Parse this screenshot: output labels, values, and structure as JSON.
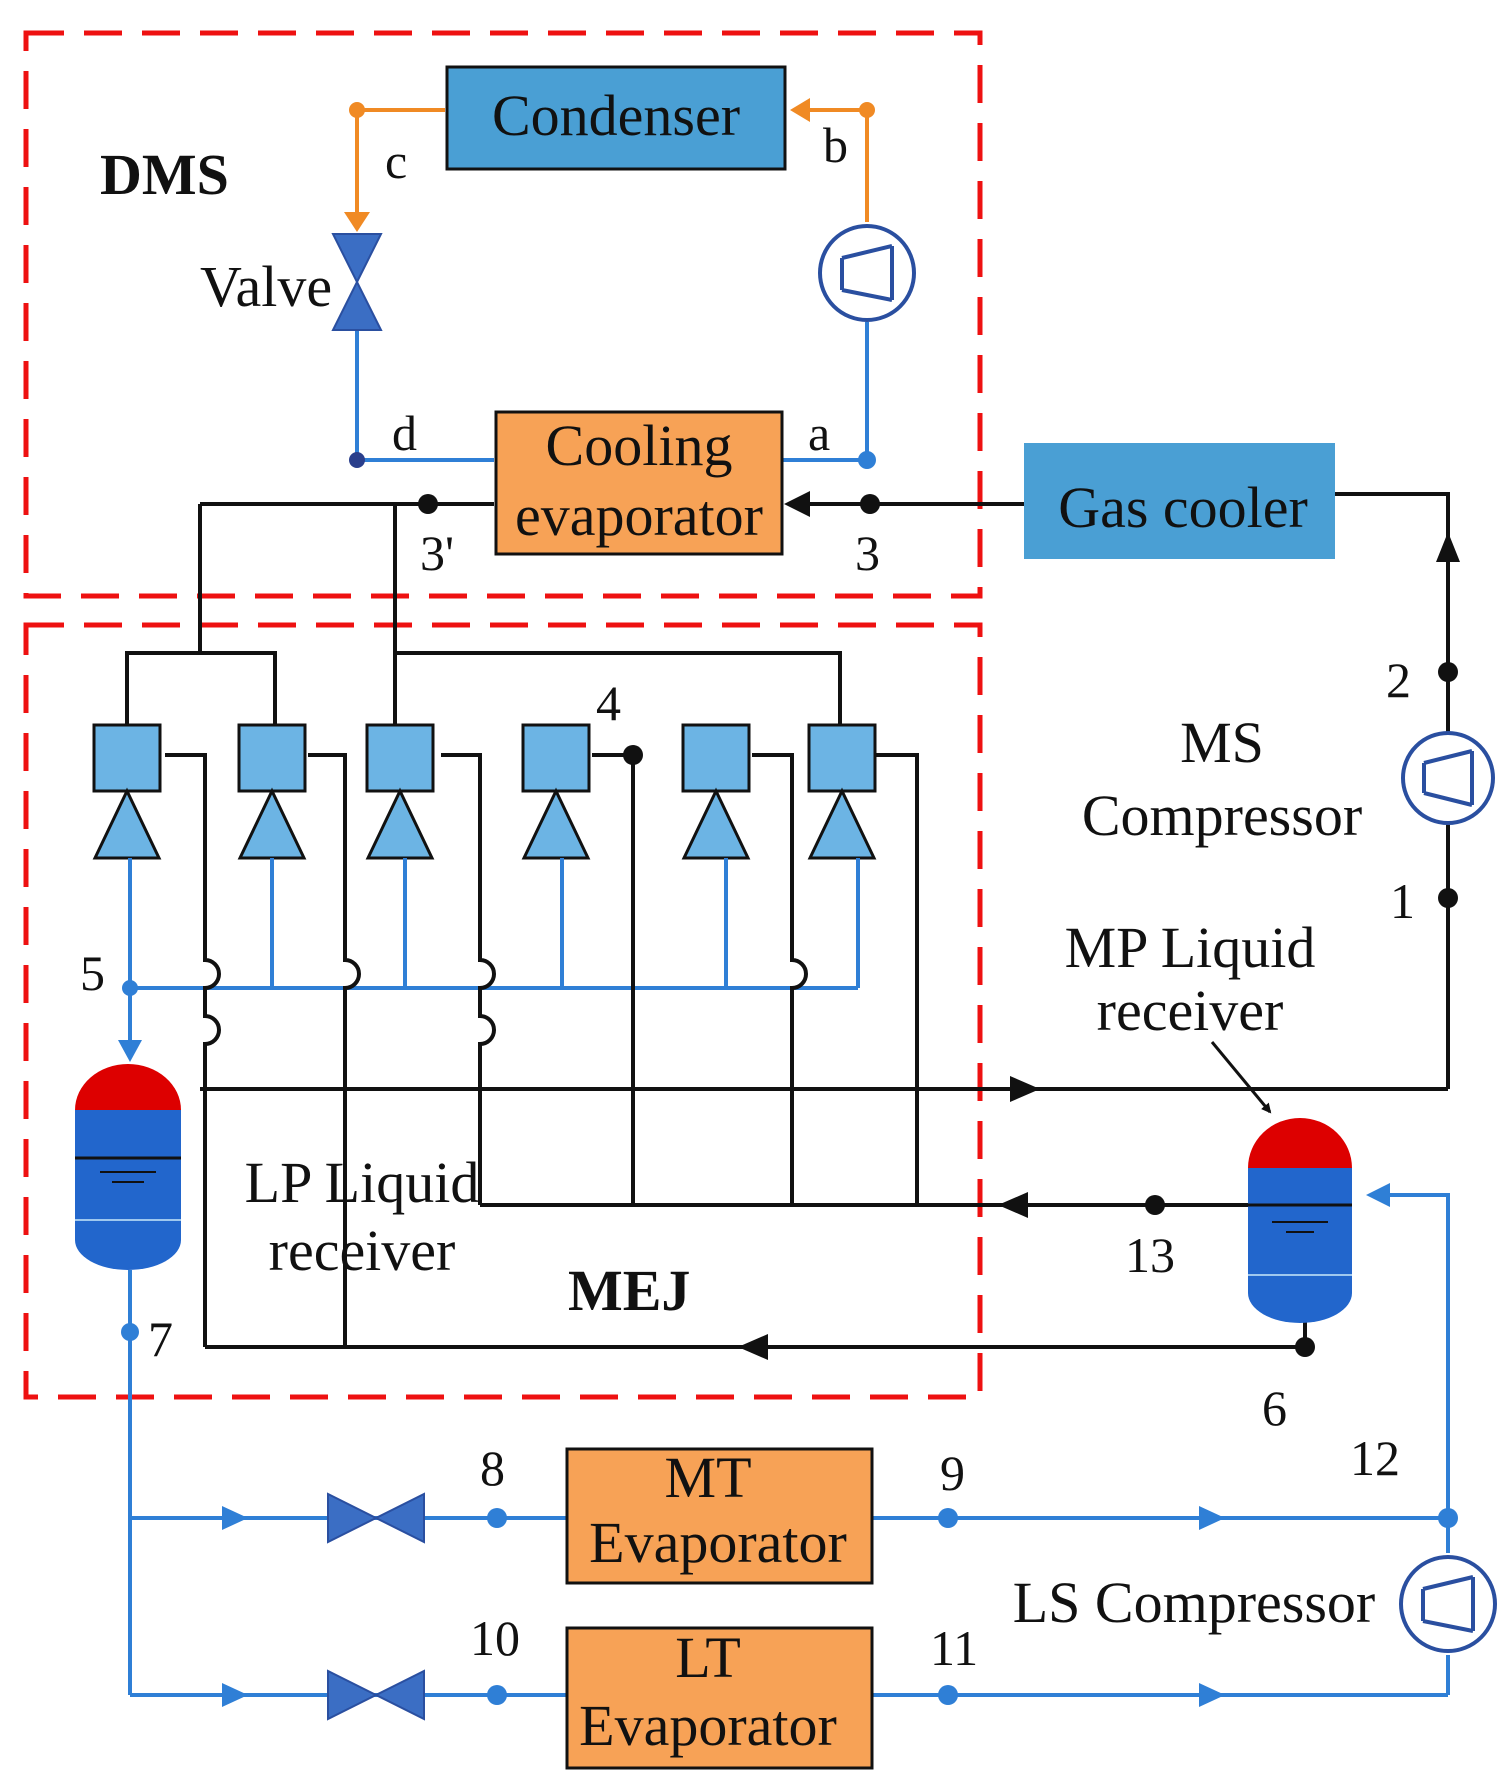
{
  "colors": {
    "black_line": "#111111",
    "blue_line": "#2f7fd6",
    "orange_line": "#f08a24",
    "dashed_region": "#ee1111",
    "orange_box": "#f7a256",
    "blue_box": "#4a9fd4",
    "ejector_fill": "#6cb4e4",
    "vessel_top": "#dd0000",
    "vessel_body": "#2266cc",
    "dot_dark": "#2a3f8c"
  },
  "regions": {
    "dms": "DMS",
    "mej": "MEJ"
  },
  "components": {
    "condenser": "Condenser",
    "cooling_evaporator_line1": "Cooling",
    "cooling_evaporator_line2": "evaporator",
    "gas_cooler": "Gas cooler",
    "valve": "Valve",
    "ms_compressor_line1": "MS",
    "ms_compressor_line2": "Compressor",
    "mp_receiver_line1": "MP Liquid",
    "mp_receiver_line2": "receiver",
    "lp_receiver_line1": "LP Liquid",
    "lp_receiver_line2": "receiver",
    "mt_evaporator_line1": "MT",
    "mt_evaporator_line2": "Evaporator",
    "lt_evaporator_line1": "LT",
    "lt_evaporator_line2": "Evaporator",
    "ls_compressor": "LS Compressor"
  },
  "state_points": {
    "a": "a",
    "b": "b",
    "c": "c",
    "d": "d",
    "p1": "1",
    "p2": "2",
    "p3": "3",
    "p3p": "3'",
    "p4": "4",
    "p5": "5",
    "p6": "6",
    "p7": "7",
    "p8": "8",
    "p9": "9",
    "p10": "10",
    "p11": "11",
    "p12": "12",
    "p13": "13"
  }
}
